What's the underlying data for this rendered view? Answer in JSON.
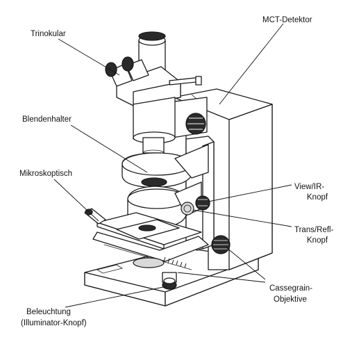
{
  "labels": {
    "trinokular": "Trinokular",
    "mct_detektor": "MCT-Detektor",
    "blendenhalter": "Blendenhalter",
    "mikroskoptisch": "Mikroskoptisch",
    "view_ir_1": "View/IR-",
    "view_ir_2": "Knopf",
    "trans_refl_1": "Trans/Refl-",
    "trans_refl_2": "Knopf",
    "cassegrain_1": "Cassegrain-",
    "cassegrain_2": "Objektive",
    "beleuchtung_1": "Beleuchtung",
    "beleuchtung_2": "(Illuminator-Knopf)"
  },
  "colors": {
    "ink": "#1a1a1a",
    "background": "#ffffff"
  }
}
